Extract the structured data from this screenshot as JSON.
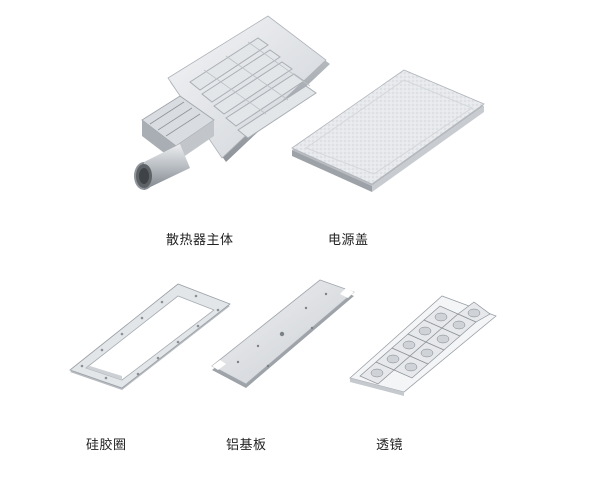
{
  "parts": {
    "heatsink": {
      "label": "散热器主体",
      "icon": "heatsink-body-illustration"
    },
    "power_cover": {
      "label": "电源盖",
      "icon": "power-cover-illustration"
    },
    "silicone_ring": {
      "label": "硅胶圈",
      "icon": "silicone-gasket-illustration"
    },
    "aluminum_board": {
      "label": "铝基板",
      "icon": "aluminum-substrate-illustration"
    },
    "lens": {
      "label": "透镜",
      "icon": "lens-array-illustration"
    }
  },
  "colors": {
    "background": "#ffffff",
    "label_text": "#222222",
    "metal_light": "#e9ebee",
    "metal_mid": "#c9cdd2",
    "metal_dark": "#9aa0a6"
  }
}
